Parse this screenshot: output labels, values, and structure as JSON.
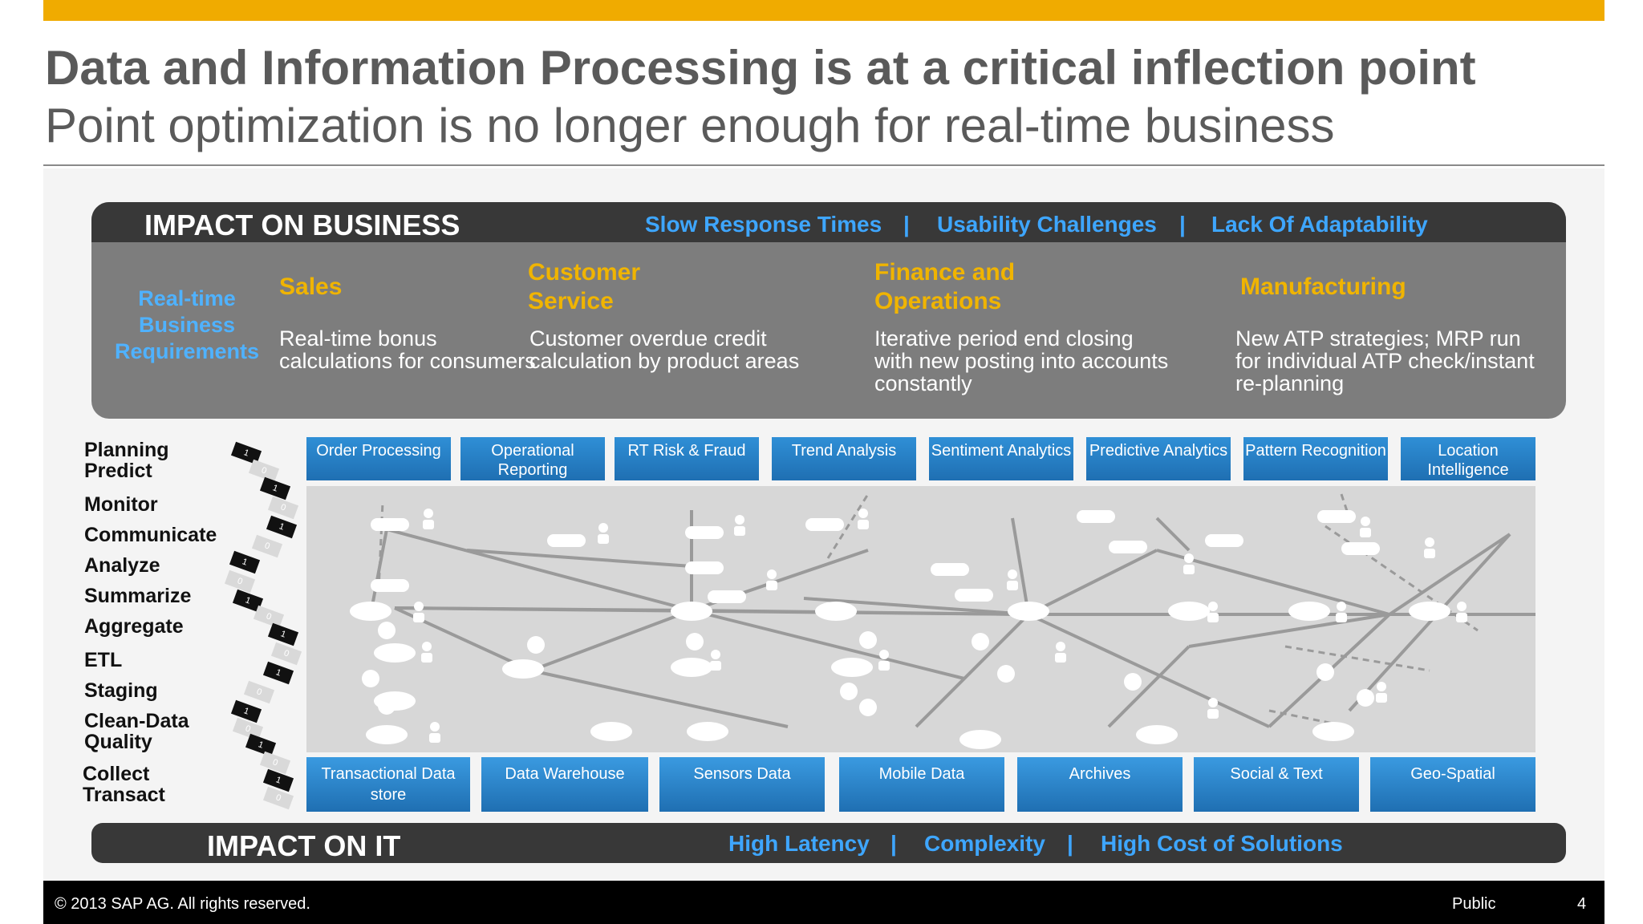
{
  "header": {
    "title": "Data and Information Processing is at a critical inflection point",
    "subtitle": "Point optimization is no longer enough for real-time business"
  },
  "impact_business": {
    "label": "IMPACT ON BUSINESS",
    "issues": [
      "Slow Response Times",
      "Usability Challenges",
      "Lack Of Adaptability"
    ],
    "separator": "|",
    "requirements_label": "Real-time Business Requirements",
    "areas": [
      {
        "title": "Sales",
        "desc": "Real-time bonus\ncalculations for consumers"
      },
      {
        "title": "Customer Service",
        "desc": "Customer overdue credit\ncalculation by product areas"
      },
      {
        "title": "Finance and Operations",
        "desc": "Iterative period end closing\nwith new posting into accounts\nconstantly"
      },
      {
        "title": "Manufacturing",
        "desc": "New ATP strategies; MRP run\nfor individual ATP check/instant\nre-planning"
      }
    ]
  },
  "stack_labels": [
    "Planning\nPredict",
    "Monitor",
    "Communicate",
    "Analyze",
    "Summarize",
    "Aggregate",
    "ETL",
    "Staging",
    "Clean-Data\nQuality",
    "Collect\nTransact"
  ],
  "bits": [
    "1",
    "0",
    "1",
    "0",
    "1",
    "0",
    "1",
    "0",
    "1",
    "0",
    "1",
    "0",
    "1",
    "0",
    "1",
    "0",
    "1",
    "0",
    "1",
    "0"
  ],
  "top_capabilities": [
    "Order Processing",
    "Operational Reporting",
    "RT Risk & Fraud",
    "Trend Analysis",
    "Sentiment Analytics",
    "Predictive Analytics",
    "Pattern Recognition",
    "Location Intelligence"
  ],
  "data_sources": [
    "Transactional Data store",
    "Data Warehouse",
    "Sensors Data",
    "Mobile Data",
    "Archives",
    "Social & Text",
    "Geo-Spatial"
  ],
  "impact_it": {
    "label": "IMPACT ON IT",
    "issues": [
      "High Latency",
      "Complexity",
      "High Cost of Solutions"
    ],
    "separator": "|"
  },
  "footer": {
    "copyright": "© 2013 SAP AG. All rights reserved.",
    "classification": "Public",
    "page": "4"
  },
  "colors": {
    "accent_bar": "#f0ab00",
    "blue_text": "#3ea6ff",
    "area_title": "#f0b400",
    "capability_blue": "#1f6fb2"
  }
}
